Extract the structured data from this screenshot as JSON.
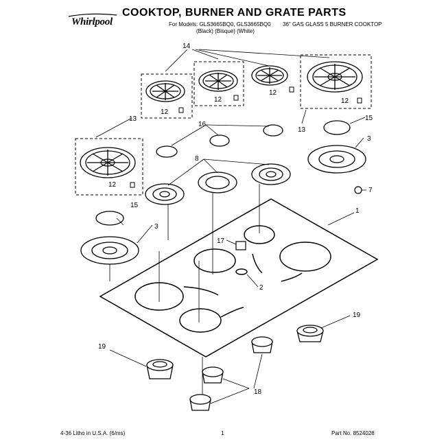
{
  "header": {
    "brand": "Whirlpool",
    "title": "COOKTOP, BURNER AND GRATE PARTS",
    "models_line": "For Models: GLS3665BQ0, GLS3665BQ0",
    "product_line": "36\" GAS GLASS 5 BURNER COOKTOP",
    "colors_line": "(Black) (Bisque) (White)"
  },
  "callouts": {
    "c1": "1",
    "c2": "2",
    "c3a": "3",
    "c3b": "3",
    "c7": "7",
    "c8": "8",
    "c12a": "12",
    "c12b": "12",
    "c12c": "12",
    "c12d": "12",
    "c12e": "12",
    "c13a": "13",
    "c13b": "13",
    "c14": "14",
    "c15a": "15",
    "c15b": "15",
    "c16": "16",
    "c17": "17",
    "c18": "18",
    "c19a": "19",
    "c19b": "19"
  },
  "footer": {
    "left": "4-36 Litho in U.S.A. (6/ms)",
    "page": "1",
    "part_no": "Part No. 8524026"
  }
}
